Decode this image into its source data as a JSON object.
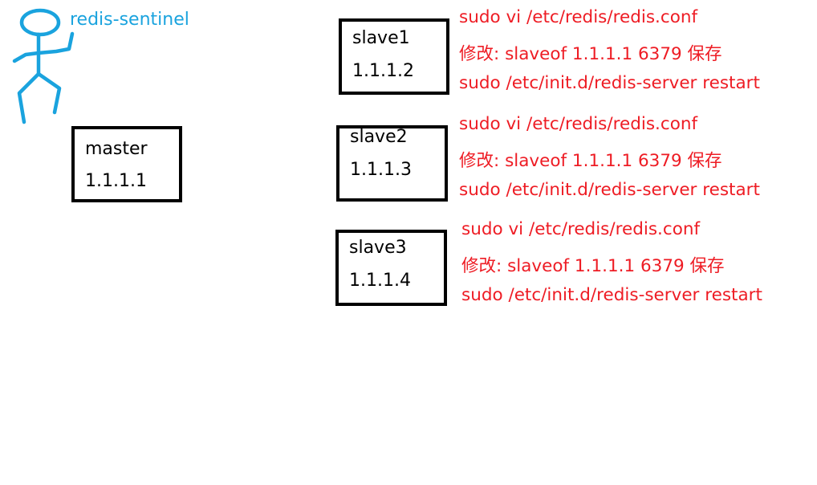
{
  "sentinel": {
    "label": "redis-sentinel",
    "icon": "stick-figure-icon",
    "color": "#1aa3de"
  },
  "master": {
    "name": "master",
    "ip": "1.1.1.1"
  },
  "slaves": [
    {
      "name": "slave1",
      "ip": "1.1.1.2",
      "commands": [
        "sudo vi /etc/redis/redis.conf",
        "修改: slaveof 1.1.1.1 6379 保存",
        "sudo /etc/init.d/redis-server restart"
      ]
    },
    {
      "name": "slave2",
      "ip": "1.1.1.3",
      "commands": [
        "sudo vi /etc/redis/redis.conf",
        "修改: slaveof 1.1.1.1 6379 保存",
        "sudo /etc/init.d/redis-server restart"
      ]
    },
    {
      "name": "slave3",
      "ip": "1.1.1.4",
      "commands": [
        "sudo vi /etc/redis/redis.conf",
        "修改: slaveof 1.1.1.1 6379 保存",
        "sudo /etc/init.d/redis-server restart"
      ]
    }
  ],
  "colors": {
    "commands": "#ee1c24",
    "box_border": "#000000",
    "background": "#ffffff"
  }
}
